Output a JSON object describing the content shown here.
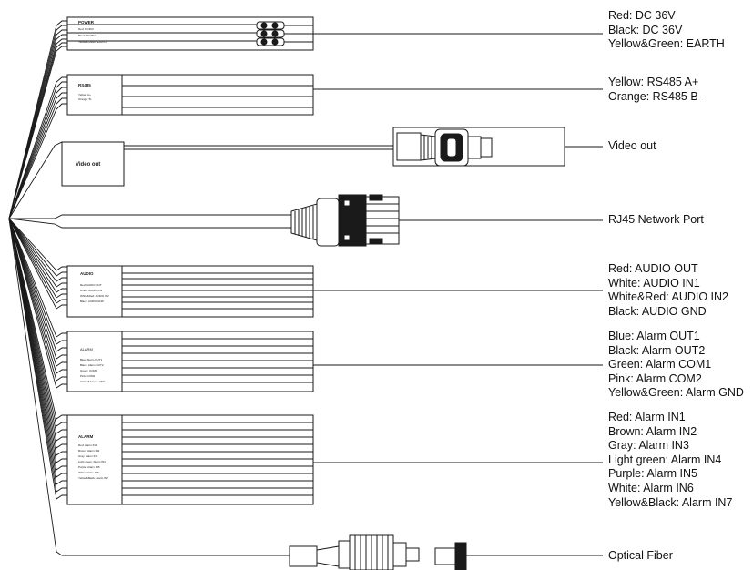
{
  "groups": {
    "power": {
      "box_title": "POWER",
      "box_lines": [
        "Red: DC36V",
        "Black: DC36V",
        "Yellow&Green: EARTH"
      ],
      "legend": [
        "Red: DC 36V",
        "Black: DC 36V",
        "Yellow&Green: EARTH"
      ]
    },
    "rs485": {
      "box_title": "RS485",
      "box_lines": [
        "Yellow: A+",
        "Orange: B-"
      ],
      "legend": [
        "Yellow: RS485 A+",
        "Orange: RS485 B-"
      ]
    },
    "video": {
      "box_title": "Video out",
      "legend": [
        "Video out"
      ]
    },
    "rj45": {
      "legend": [
        "RJ45 Network Port"
      ]
    },
    "audio": {
      "box_title": "AUDIO",
      "box_lines": [
        "Red: AUDIO OUT",
        "White: AUDIO IN1",
        "White&Red: AUDIO IN2",
        "Black: AUDIO GND"
      ],
      "legend": [
        "Red: AUDIO OUT",
        "White: AUDIO IN1",
        "White&Red: AUDIO IN2",
        "Black: AUDIO GND"
      ]
    },
    "alarm_out": {
      "box_title": "ALARM",
      "box_lines": [
        "Blue: Alarm OUT1",
        "Black: Alarm OUT2",
        "Green: COM1",
        "Pink: COM2",
        "Yellow&Green: GND"
      ],
      "legend": [
        "Blue: Alarm OUT1",
        "Black: Alarm OUT2",
        "Green: Alarm COM1",
        "Pink: Alarm COM2",
        "Yellow&Green: Alarm GND"
      ]
    },
    "alarm_in": {
      "box_title": "ALARM",
      "box_lines": [
        "Red: Alarm IN1",
        "Brown: Alarm IN2",
        "Gray: Alarm IN3",
        "Light green: Alarm IN4",
        "Purple: Alarm IN5",
        "White: Alarm IN6",
        "Yellow&Black: Alarm IN7"
      ],
      "legend": [
        "Red: Alarm IN1",
        "Brown: Alarm IN2",
        "Gray: Alarm IN3",
        "Light green: Alarm IN4",
        "Purple: Alarm IN5",
        "White: Alarm IN6",
        "Yellow&Black: Alarm IN7"
      ]
    },
    "fiber": {
      "legend": [
        "Optical Fiber"
      ]
    }
  },
  "colors": {
    "line": "#1a1a1a",
    "background": "#ffffff"
  }
}
